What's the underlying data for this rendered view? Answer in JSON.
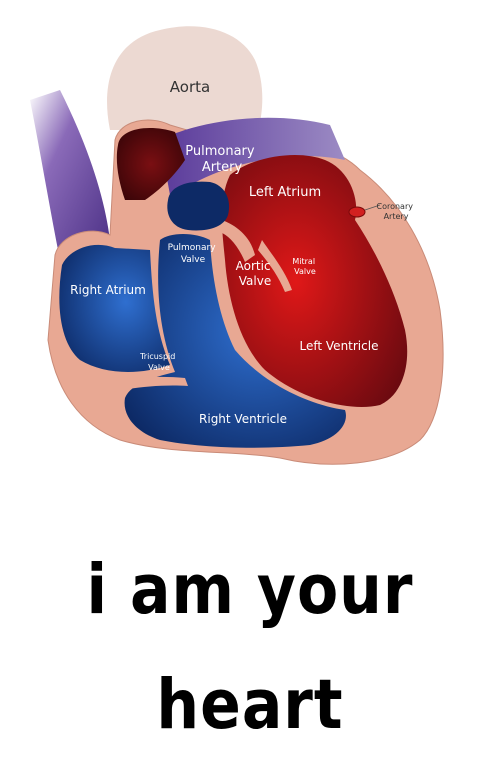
{
  "labels": {
    "aorta": "Aorta",
    "pulmonary_artery": [
      "Pulmonary",
      "Artery"
    ],
    "left_atrium": "Left Atrium",
    "coronary_artery": [
      "Coronary",
      "Artery"
    ],
    "pulmonary_valve": [
      "Pulmonary",
      "Valve"
    ],
    "aortic_valve": [
      "Aortic",
      "Valve"
    ],
    "mitral_valve": [
      "Mitral",
      "Valve"
    ],
    "right_atrium": "Right Atrium",
    "left_ventricle": "Left Ventricle",
    "tricuspid_valve": [
      "Tricuspid",
      "Valve"
    ],
    "right_ventricle": "Right Ventricle"
  },
  "caption": "i am your heart",
  "colors": {
    "tissue": "#e8a893",
    "aorta": "#ecd9d2",
    "deoxygenated": "#1e4fa0",
    "oxygenated": "#c8102e",
    "vena_cava": "#6b4a9a"
  }
}
